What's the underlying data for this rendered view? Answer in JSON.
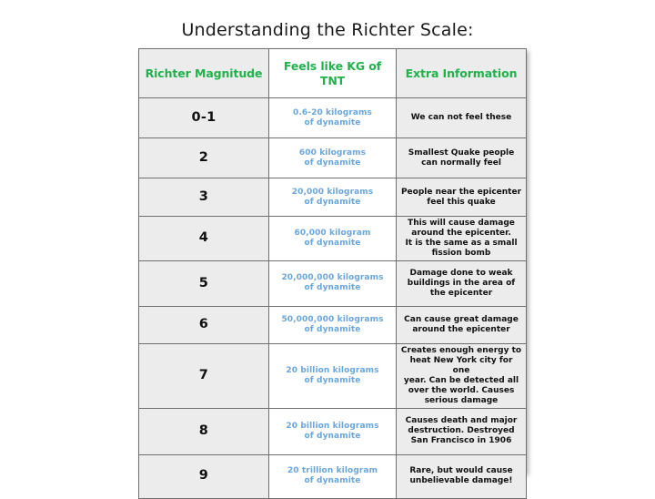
{
  "slide": {
    "title": "Understanding the Richter Scale:",
    "background_color": "#ffffff"
  },
  "colors": {
    "header_green": "#22b14c",
    "tnt_blue": "#6aa6dc",
    "body_text": "#111111",
    "cell_gray": "#ececec",
    "cell_white": "#ffffff",
    "border": "#6f6f6f"
  },
  "table": {
    "columns": [
      {
        "label": "Richter Magnitude"
      },
      {
        "label": "Feels like KG of TNT"
      },
      {
        "label": "Extra Information"
      }
    ],
    "rows": [
      {
        "magnitude": "0-1",
        "tnt": [
          "0.6-20 kilograms",
          "of dynamite"
        ],
        "extra": [
          "We can not feel these"
        ]
      },
      {
        "magnitude": "2",
        "tnt": [
          "600 kilograms",
          "of dynamite"
        ],
        "extra": [
          "Smallest Quake people",
          "can normally feel"
        ]
      },
      {
        "magnitude": "3",
        "tnt": [
          "20,000 kilograms",
          "of dynamite"
        ],
        "extra": [
          "People near the epicenter",
          "feel this quake"
        ]
      },
      {
        "magnitude": "4",
        "tnt": [
          "60,000 kilogram",
          "of dynamite"
        ],
        "extra": [
          "This will cause damage",
          "around the epicenter.",
          "It is the same as a small",
          "fission bomb"
        ]
      },
      {
        "magnitude": "5",
        "tnt": [
          "20,000,000 kilograms",
          "of dynamite"
        ],
        "extra": [
          "Damage done to weak",
          "buildings in the area of",
          "the epicenter"
        ]
      },
      {
        "magnitude": "6",
        "tnt": [
          "50,000,000 kilograms",
          "of dynamite"
        ],
        "extra": [
          "Can cause great damage",
          "around the epicenter"
        ]
      },
      {
        "magnitude": "7",
        "tnt": [
          "20 billion kilograms",
          "of dynamite"
        ],
        "extra": [
          "Creates enough energy to",
          "heat New York city for one",
          "year. Can be detected all",
          "over the world. Causes",
          "serious damage"
        ]
      },
      {
        "magnitude": "8",
        "tnt": [
          "20 billion kilograms",
          "of dynamite"
        ],
        "extra": [
          "Causes death and major",
          "destruction. Destroyed",
          "San Francisco in 1906"
        ]
      },
      {
        "magnitude": "9",
        "tnt": [
          "20 trillion kilogram",
          "of dynamite"
        ],
        "extra": [
          "Rare, but would cause",
          "unbelievable damage!"
        ]
      }
    ]
  }
}
